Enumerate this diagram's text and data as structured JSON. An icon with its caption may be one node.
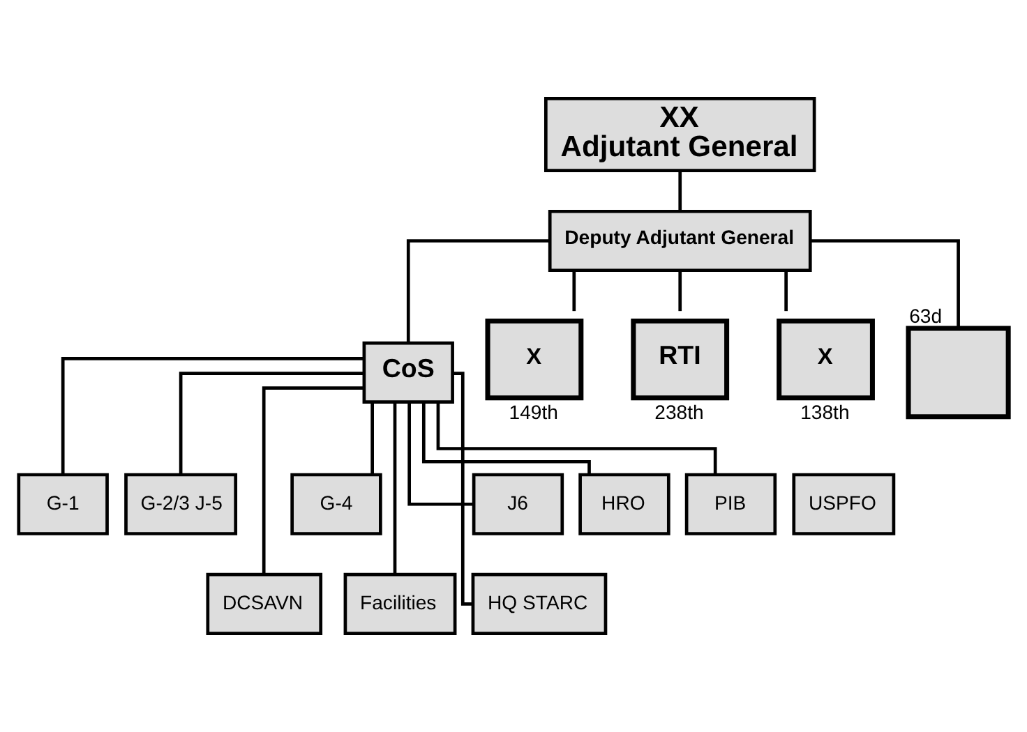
{
  "diagram": {
    "nodes": [
      {
        "text": [
          "XX",
          "Adjutant General"
        ]
      },
      {
        "text": [
          "Deputy Adjutant General"
        ]
      },
      {
        "text": [
          "CoS"
        ]
      },
      {
        "text": [
          "X"
        ],
        "beside": [
          "149th"
        ]
      },
      {
        "text": [
          "RTI"
        ],
        "beside": [
          "238th"
        ]
      },
      {
        "text": [
          "X"
        ],
        "beside": [
          "138th"
        ]
      },
      {
        "text": [],
        "shape": "box",
        "beside": [
          "63d"
        ]
      },
      {
        "text": [
          "G-1"
        ]
      },
      {
        "text": [
          "G-2/3 J-5"
        ]
      },
      {
        "text": [
          "DCSAVN"
        ]
      },
      {
        "text": [
          "G-4"
        ]
      },
      {
        "text": [
          "Facilities"
        ]
      },
      {
        "text": [
          "USPFO"
        ]
      },
      {
        "text": [
          "HQ STARC"
        ]
      },
      {
        "text": [
          "J6"
        ]
      },
      {
        "text": [
          "HRO"
        ]
      },
      {
        "text": [
          "PIB"
        ]
      }
    ],
    "edges": [
      {
        "from": 0,
        "to": 1,
        "arrow": "none"
      },
      {
        "from": 1,
        "to": 2,
        "arrow": "none"
      },
      {
        "from": 1,
        "to": 3,
        "arrow": "none"
      },
      {
        "from": 1,
        "to": 4,
        "arrow": "none"
      },
      {
        "from": 1,
        "to": 5,
        "arrow": "none"
      },
      {
        "from": 1,
        "to": 6,
        "arrow": "none"
      },
      {
        "from": 2,
        "to": 7,
        "arrow": "none"
      },
      {
        "from": 2,
        "to": 8,
        "arrow": "none"
      },
      {
        "from": 2,
        "to": 9,
        "arrow": "none"
      },
      {
        "from": 2,
        "to": 10,
        "arrow": "none"
      },
      {
        "from": 2,
        "to": 11,
        "arrow": "none"
      },
      {
        "from": 2,
        "to": 13,
        "arrow": "none"
      },
      {
        "from": 2,
        "to": 14,
        "arrow": "none"
      },
      {
        "from": 2,
        "to": 15,
        "arrow": "none"
      },
      {
        "from": 2,
        "to": 16,
        "arrow": "none"
      }
    ]
  }
}
